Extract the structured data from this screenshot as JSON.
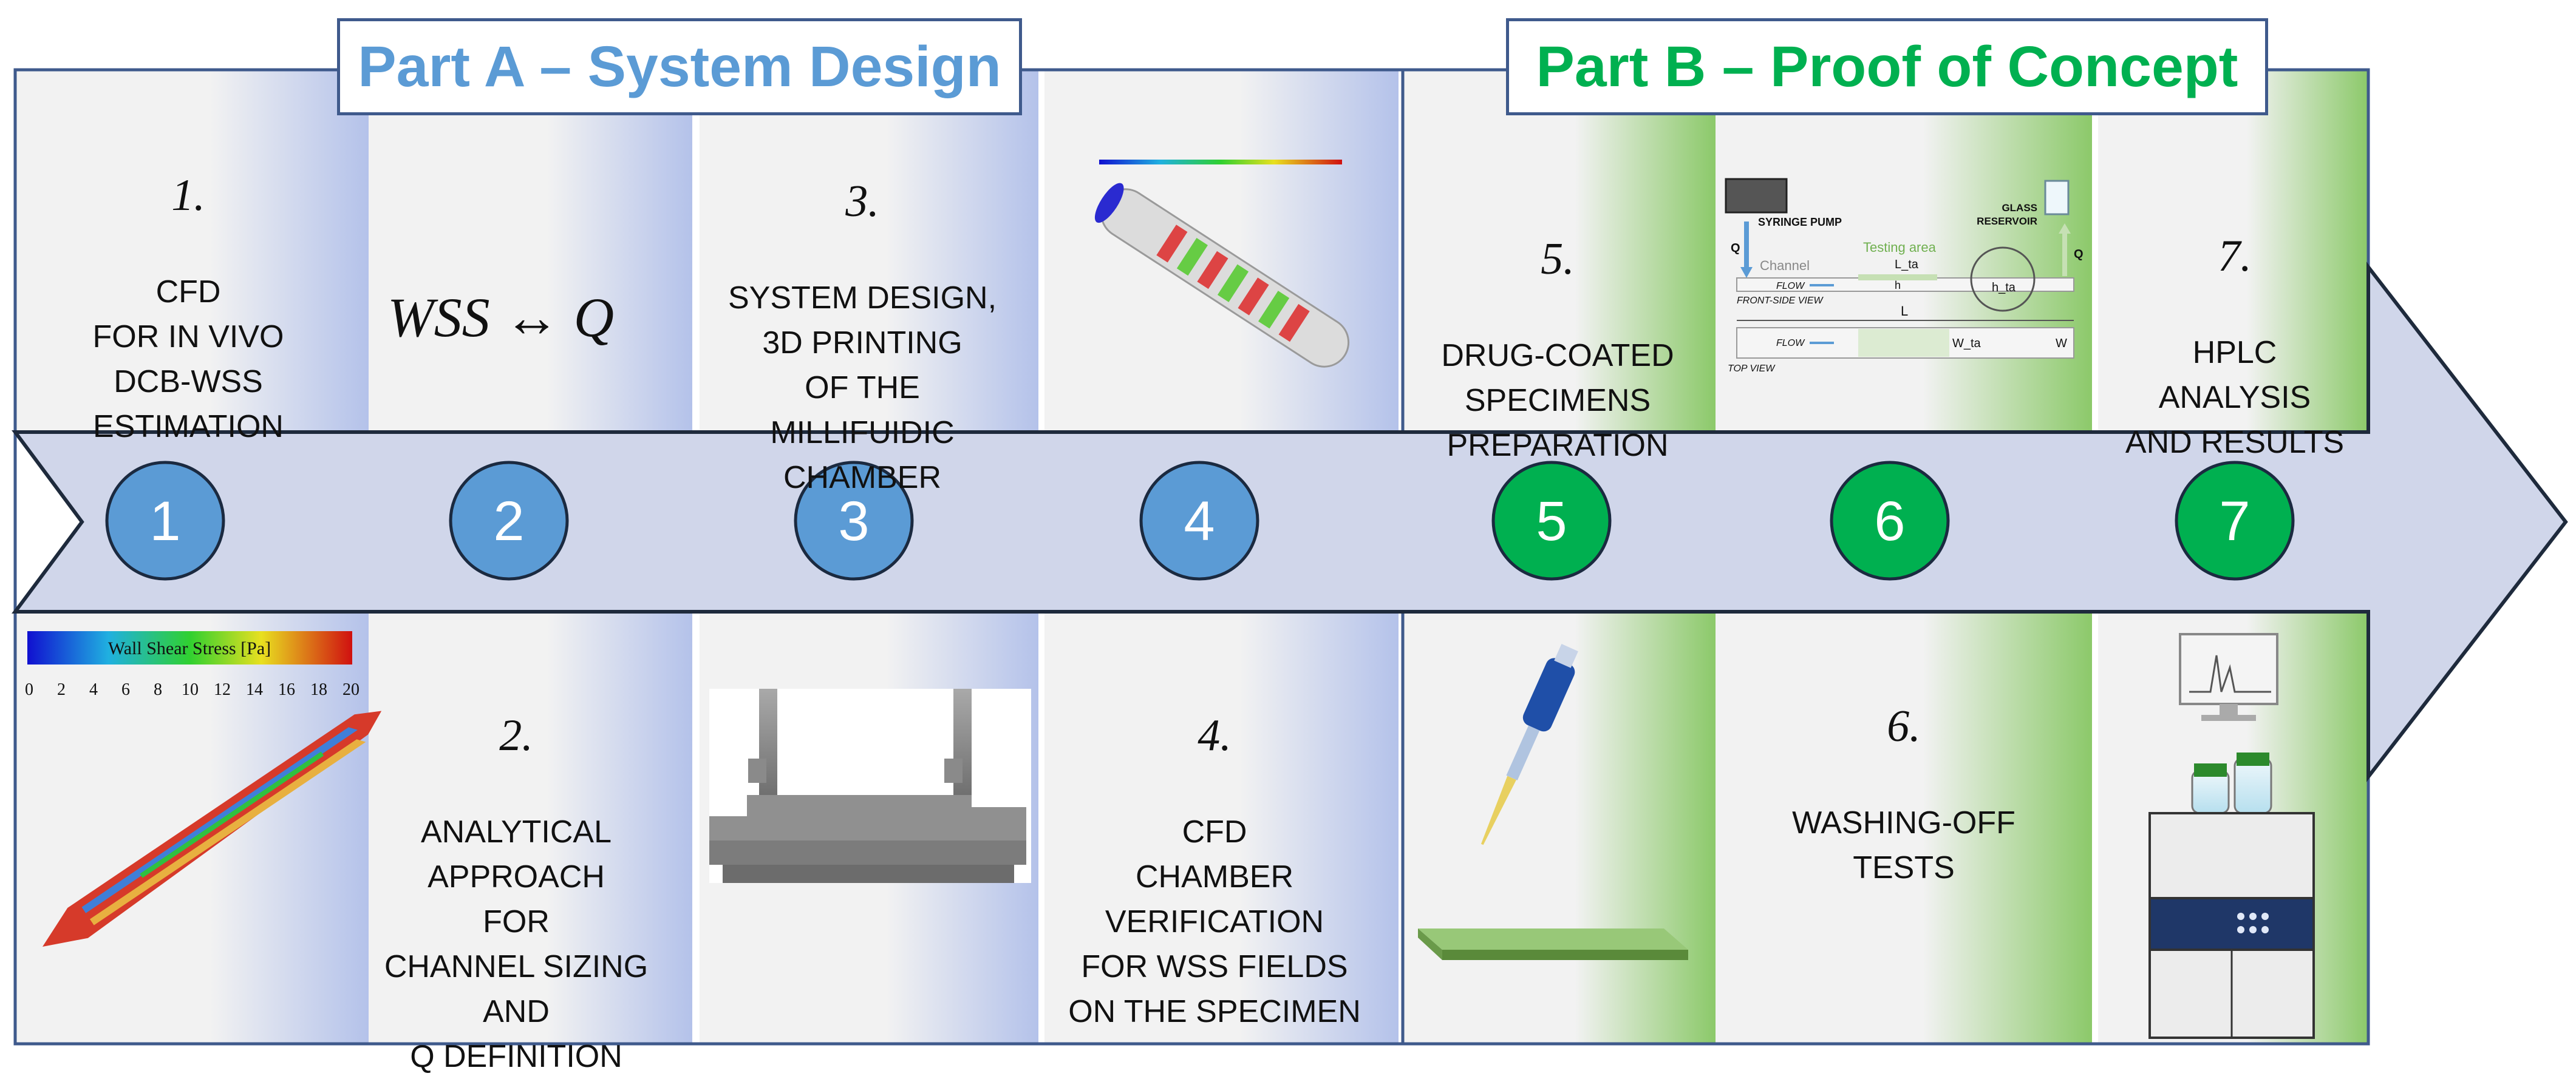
{
  "header": {
    "part_a_title": "Part A – System Design",
    "part_b_title": "Part B – Proof of Concept"
  },
  "colors": {
    "part_a": "#5b9bd5",
    "part_b": "#00b050",
    "arrow_fill": "#d0d6ea",
    "frame": "#3f5a8c"
  },
  "steps": [
    {
      "number": "1",
      "part": "A"
    },
    {
      "number": "2",
      "part": "A"
    },
    {
      "number": "3",
      "part": "A"
    },
    {
      "number": "4",
      "part": "A"
    },
    {
      "number": "5",
      "part": "B"
    },
    {
      "number": "6",
      "part": "B"
    },
    {
      "number": "7",
      "part": "B"
    }
  ],
  "cells": {
    "c1": {
      "num": "1.",
      "text": "CFD\nFOR IN VIVO\nDCB-WSS\nESTIMATION"
    },
    "c2": {
      "num": "2.",
      "text": "ANALYTICAL\nAPPROACH\nFOR\nCHANNEL SIZING\nAND\nQ DEFINITION"
    },
    "c3": {
      "num": "3.",
      "text": "SYSTEM DESIGN,\n3D PRINTING\nOF THE\nMILLIFUIDIC\nCHAMBER"
    },
    "c4": {
      "num": "4.",
      "text": "CFD\nCHAMBER\nVERIFICATION\nFOR WSS FIELDS\nON THE SPECIMEN"
    },
    "c5": {
      "num": "5.",
      "text": "DRUG-COATED\nSPECIMENS\nPREPARATION"
    },
    "c6": {
      "num": "6.",
      "text": "WASHING-OFF\nTESTS"
    },
    "c7": {
      "num": "7.",
      "text": "HPLC\nANALYSIS\nAND RESULTS"
    }
  },
  "formula": "WSS ↔ Q",
  "colorbar": {
    "title": "Wall Shear Stress [Pa]",
    "ticks": [
      "0",
      "2",
      "4",
      "6",
      "8",
      "10",
      "12",
      "14",
      "16",
      "18",
      "20"
    ]
  },
  "test_setup": {
    "syringe_pump": "SYRINGE PUMP",
    "glass_reservoir": "GLASS\nRESERVOIR",
    "testing_area": "Testing area",
    "channel": "Channel",
    "flow": "FLOW",
    "front_side_view": "FRONT-SIDE VIEW",
    "top_view": "TOP VIEW",
    "q": "Q",
    "l": "L",
    "l_ta": "L_ta",
    "h": "h",
    "h_ta": "h_ta",
    "w": "W",
    "w_ta": "W_ta"
  }
}
